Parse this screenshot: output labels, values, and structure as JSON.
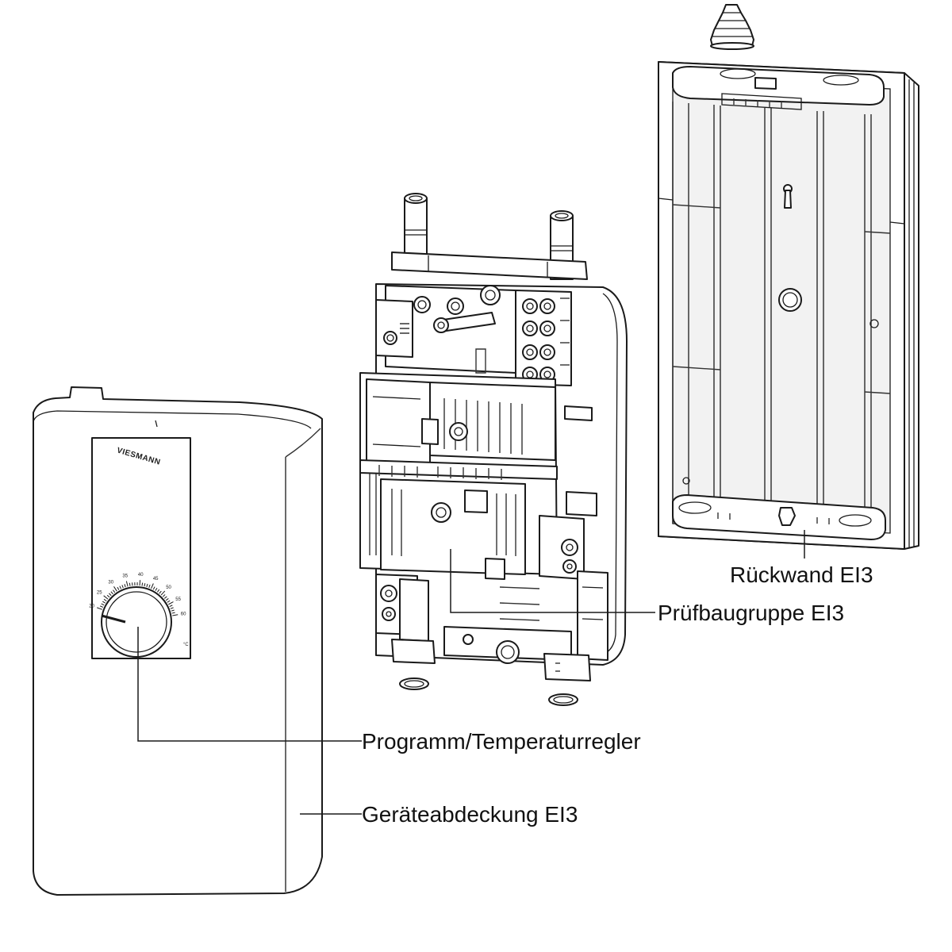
{
  "labels": {
    "rueckwand": "Rückwand EI3",
    "pruefbaugruppe": "Prüfbaugruppe EI3",
    "regler": "Programm/Temperaturregler",
    "abdeckung": "Geräteabdeckung EI3"
  },
  "brand": "VIESMANN",
  "dial": {
    "scale": [
      "20",
      "25",
      "30",
      "35",
      "40",
      "45",
      "50",
      "55",
      "60"
    ],
    "unit": "°C"
  }
}
